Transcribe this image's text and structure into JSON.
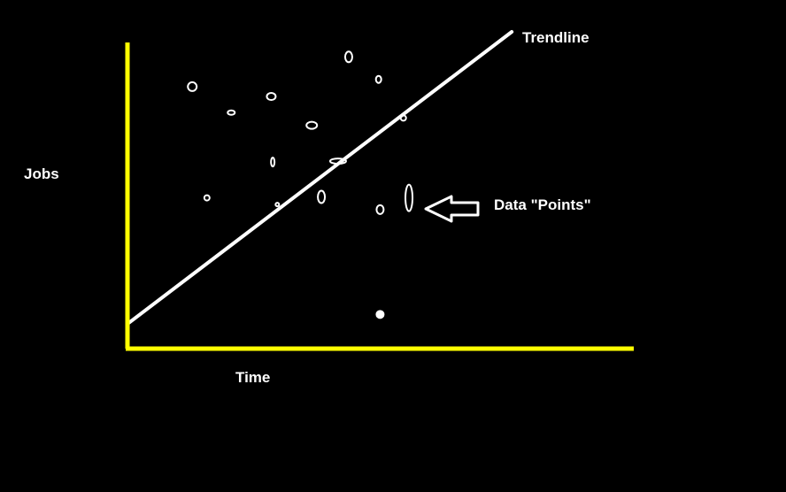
{
  "chart_data": {
    "type": "scatter",
    "title": "",
    "xlabel": "Time",
    "ylabel": "Jobs",
    "xlim": [
      0,
      100
    ],
    "ylim": [
      0,
      100
    ],
    "grid": false,
    "annotations": {
      "trendline": "Trendline",
      "points": "Data \"Points\""
    },
    "points": [
      {
        "x": 12.8,
        "y": 82.7
      },
      {
        "x": 20.5,
        "y": 74.5
      },
      {
        "x": 15.7,
        "y": 47.6
      },
      {
        "x": 28.4,
        "y": 79.6
      },
      {
        "x": 28.7,
        "y": 58.9
      },
      {
        "x": 29.6,
        "y": 45.5
      },
      {
        "x": 36.4,
        "y": 70.5
      },
      {
        "x": 38.3,
        "y": 47.9
      },
      {
        "x": 41.6,
        "y": 59.2
      },
      {
        "x": 43.7,
        "y": 92.1
      },
      {
        "x": 49.6,
        "y": 85.0
      },
      {
        "x": 49.9,
        "y": 43.9
      },
      {
        "x": 54.5,
        "y": 72.8
      },
      {
        "x": 55.6,
        "y": 47.6
      },
      {
        "x": 49.9,
        "y": 10.8
      }
    ],
    "trendline": {
      "from": {
        "x": 0,
        "y": 7.8
      },
      "to": {
        "x": 75.9,
        "y": 100
      }
    },
    "axis_color": "#ffff00",
    "mark_color": "#ffffff",
    "background": "#000000"
  }
}
